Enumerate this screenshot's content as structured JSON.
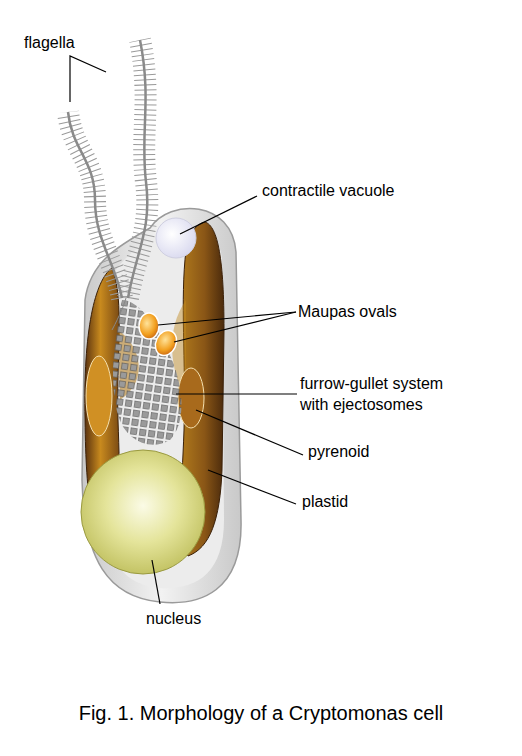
{
  "diagram": {
    "caption": "Fig. 1. Morphology of a Cryptomonas cell",
    "labels": [
      "flagella",
      "contractile vacuole",
      "Maupas ovals",
      "furrow-gullet system with ejectosomes",
      "pyrenoid",
      "plastid",
      "nucleus"
    ]
  }
}
